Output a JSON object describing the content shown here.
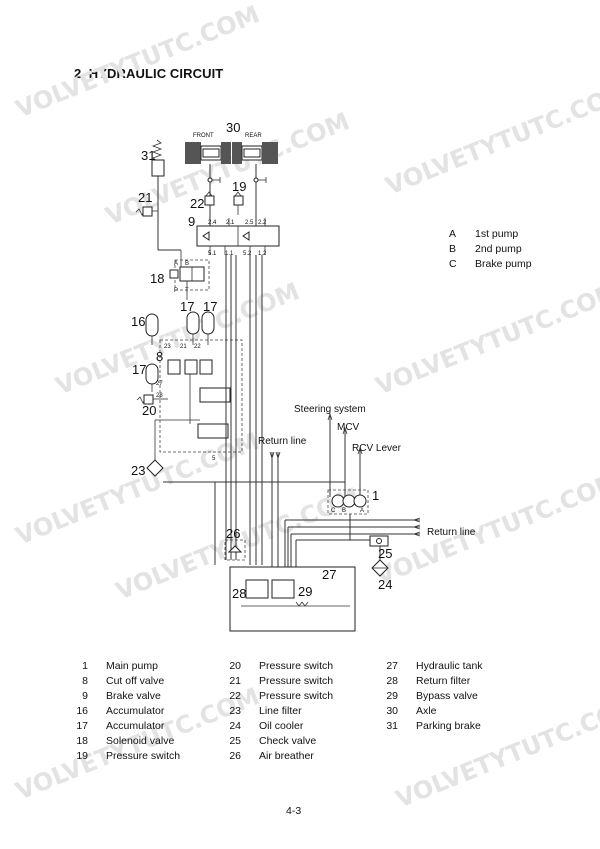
{
  "title": "2. HYDRAULIC CIRCUIT",
  "page_number": "4-3",
  "watermark": "VOLVETYTUTC.COM",
  "pump_legend": [
    {
      "key": "A",
      "label": "1st pump"
    },
    {
      "key": "B",
      "label": "2nd pump"
    },
    {
      "key": "C",
      "label": "Brake pump"
    }
  ],
  "diagram_labels": {
    "front": "FRONT",
    "rear": "REAR",
    "steering_system": "Steering system",
    "mcv": "MCV",
    "rcv_lever": "RCV Lever",
    "return_line_top": "Return line",
    "return_line_right": "Return line",
    "port_A": "A",
    "port_B": "B",
    "port_P": "P",
    "port_T": "T",
    "pump_C": "C",
    "pump_B": "B",
    "pump_A": "A",
    "p24": "2.4",
    "p21": "2.1",
    "p25": "2.5",
    "p22": "2.2",
    "p51": "5.1",
    "p11": "1.1",
    "p52": "5.2",
    "p12": "1.2",
    "n23": "23",
    "n21": "21",
    "n22": "22",
    "n27": "27",
    "n28": "28",
    "n5": "5"
  },
  "callouts": [
    "30",
    "31",
    "21",
    "22",
    "19",
    "9",
    "18",
    "17",
    "17",
    "16",
    "8",
    "17",
    "20",
    "23",
    "1",
    "26",
    "25",
    "24",
    "27",
    "28",
    "29"
  ],
  "parts": [
    {
      "num": "1",
      "name": "Main pump"
    },
    {
      "num": "8",
      "name": "Cut off valve"
    },
    {
      "num": "9",
      "name": "Brake valve"
    },
    {
      "num": "16",
      "name": "Accumulator"
    },
    {
      "num": "17",
      "name": "Accumulator"
    },
    {
      "num": "18",
      "name": "Solenoid valve"
    },
    {
      "num": "19",
      "name": "Pressure switch"
    },
    {
      "num": "20",
      "name": "Pressure switch"
    },
    {
      "num": "21",
      "name": "Pressure switch"
    },
    {
      "num": "22",
      "name": "Pressure switch"
    },
    {
      "num": "23",
      "name": "Line filter"
    },
    {
      "num": "24",
      "name": "Oil cooler"
    },
    {
      "num": "25",
      "name": "Check valve"
    },
    {
      "num": "26",
      "name": "Air breather"
    },
    {
      "num": "27",
      "name": "Hydraulic tank"
    },
    {
      "num": "28",
      "name": "Return filter"
    },
    {
      "num": "29",
      "name": "Bypass valve"
    },
    {
      "num": "30",
      "name": "Axle"
    },
    {
      "num": "31",
      "name": "Parking brake"
    }
  ]
}
